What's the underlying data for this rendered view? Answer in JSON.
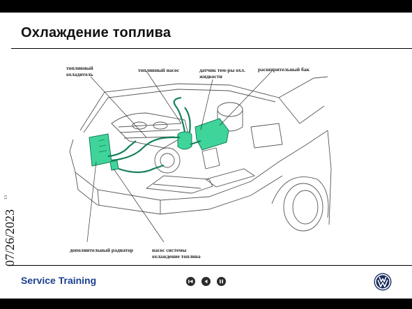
{
  "page": {
    "title": "Охлаждение топлива"
  },
  "sidebar": {
    "date": "07/26/2023",
    "slide_number": "13"
  },
  "diagram": {
    "labels": {
      "fuel_cooler": [
        "топливный",
        "охладитель"
      ],
      "fuel_pump": "топливный насос",
      "temp_sensor": [
        "датчик тем-ры охл.",
        "жидкости"
      ],
      "expansion_tank": "расширительный бак",
      "aux_radiator": "дополнительный радиатор",
      "cooling_pump": [
        "насос системы",
        "охлаждение топлива"
      ]
    },
    "colors": {
      "highlight": "#2fbf86",
      "highlight_dark": "#14805a",
      "line": "#444444"
    }
  },
  "footer": {
    "brand": "Service Training",
    "nav": [
      "skip-back-icon",
      "back-icon",
      "pause-icon"
    ],
    "logo": "vw-logo-icon"
  }
}
